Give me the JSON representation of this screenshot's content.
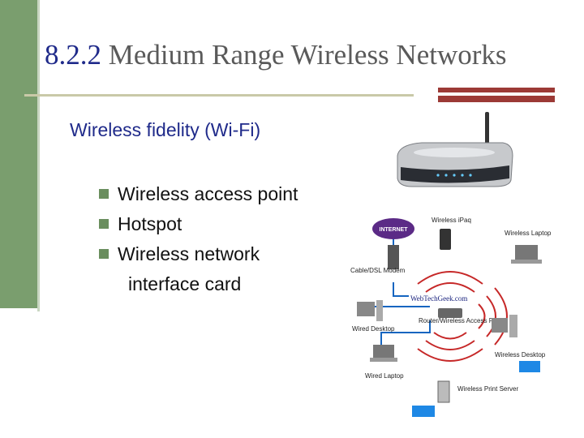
{
  "slide": {
    "title_number": "8.2.2",
    "title_text": "Medium Range Wireless Networks",
    "subtitle": "Wireless fidelity (Wi-Fi)",
    "bullets": [
      "Wireless access point",
      "Hotspot",
      "Wireless network"
    ],
    "bullet_continuation": "interface card"
  },
  "diagram": {
    "internet": "INTERNET",
    "modem": "Cable/DSL Modem",
    "ipaq": "Wireless iPaq",
    "wireless_laptop": "Wireless Laptop",
    "watermark": "WebTechGeek.com",
    "wired_desktop": "Wired Desktop",
    "router": "Router/Wireless Access Point",
    "wireless_desktop": "Wireless Desktop",
    "wired_laptop": "Wired Laptop",
    "print_server": "Wireless Print Server"
  },
  "colors": {
    "accent_green": "#7a9e6e",
    "accent_red": "#9c3a36",
    "title_blue": "#1f2a8a"
  }
}
